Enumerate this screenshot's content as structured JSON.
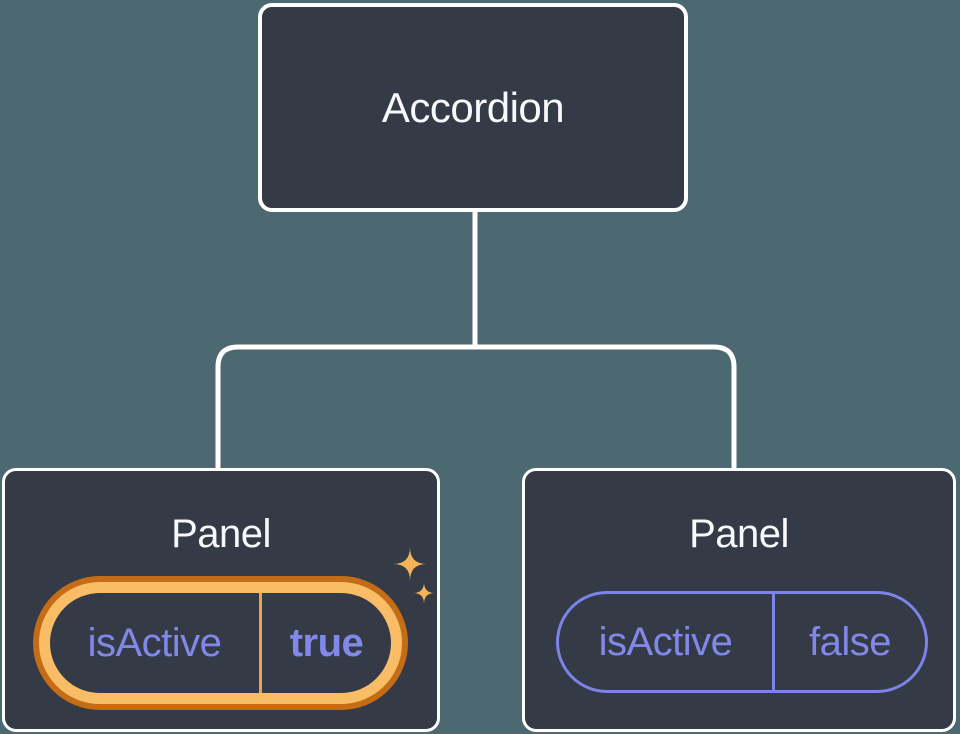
{
  "root_node": {
    "label": "Accordion"
  },
  "panels": [
    {
      "title": "Panel",
      "prop_name": "isActive",
      "prop_value": "true",
      "state": "active"
    },
    {
      "title": "Panel",
      "prop_name": "isActive",
      "prop_value": "false",
      "state": "inactive"
    }
  ],
  "colors": {
    "background": "#4C6870",
    "node_fill": "#343A46",
    "node_border": "#FFFFFF",
    "title_text": "#F7F8FA",
    "prop_text": "#8288E8",
    "pill_border": "#7D84E8",
    "highlight_ring_outer": "#C56C16",
    "highlight_ring_fill": "#FABD67",
    "highlight_divider": "#ECA24E",
    "sparkle": "#F4B259"
  }
}
